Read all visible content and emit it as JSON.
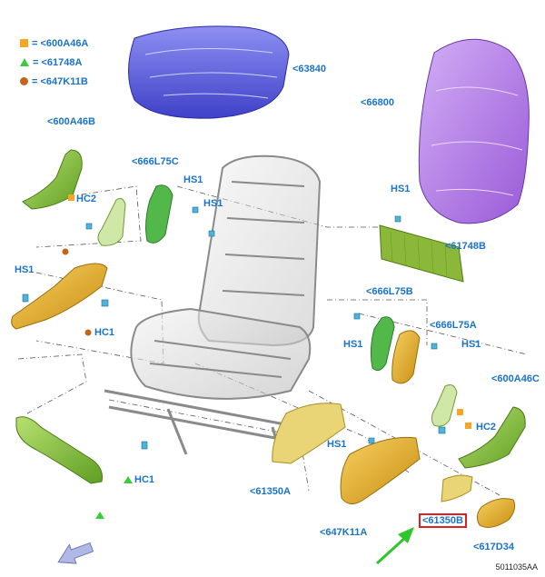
{
  "legend": [
    {
      "symbol": "square",
      "color": "#f5a623",
      "text": "= <600A46A"
    },
    {
      "symbol": "triangle",
      "color": "#3bcc3b",
      "text": "= <61748A"
    },
    {
      "symbol": "circle",
      "color": "#c0651a",
      "text": "= <647K11B"
    }
  ],
  "labels": {
    "p63840": "<63840",
    "p66800": "<66800",
    "p600A46B": "<600A46B",
    "p666L75C": "<666L75C",
    "hs1_a": "HS1",
    "hs1_b": "HS1",
    "hc2_left": "HC2",
    "hs1_left": "HS1",
    "hc1_left": "HC1",
    "hs1_right_top": "HS1",
    "p61748B": "<61748B",
    "p666L75B": "<666L75B",
    "p666L75A": "<666L75A",
    "hs1_mid_right": "HS1",
    "hs1_right": "HS1",
    "p600A46C": "<600A46C",
    "hc2_right": "HC2",
    "hc1_bottom": "HC1",
    "hs1_center": "HS1",
    "p61350A": "<61350A",
    "p647K11A": "<647K11A",
    "p61350B": "<61350B",
    "p617D34": "<617D34"
  },
  "doc_id": "5011035AA",
  "colors": {
    "label_blue": "#1a73c9",
    "cushion_blue": "#5a5ce0",
    "back_purple": "#b27ae6",
    "part_green": "#8cc63f",
    "part_dkgreen": "#3ea63e",
    "part_yellow": "#e8b830",
    "part_gold": "#d9a21c",
    "highlight_red": "#e02020",
    "arrow_green": "#2ec52e"
  }
}
